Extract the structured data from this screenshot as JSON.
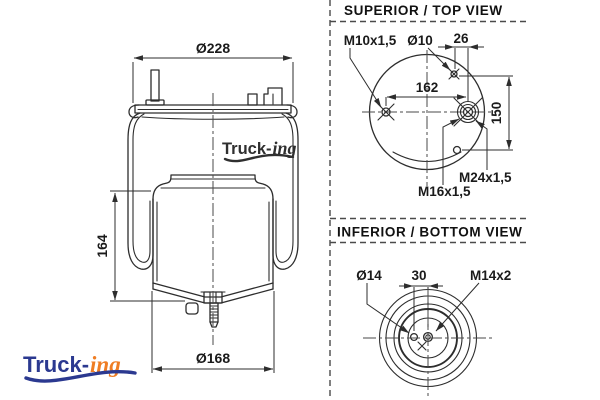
{
  "drawing": {
    "ink": "#2d2d2d",
    "background": "#ffffff"
  },
  "side_view": {
    "dim_top_diameter": "Ø228",
    "dim_height": "164",
    "dim_bottom_diameter": "Ø168",
    "watermark": {
      "word": "Truck-",
      "suffix": "ing"
    }
  },
  "brand_logo": {
    "word": "Truck-",
    "suffix": "ing",
    "blue": "#2b3990",
    "orange": "#ef7d23"
  },
  "top_view": {
    "header": "SUPERIOR / TOP VIEW",
    "label_m10": "M10x1,5",
    "label_d10": "Ø10",
    "dim_offset": "26",
    "dim_spacing": "162",
    "dim_vertical": "150",
    "label_m24": "M24x1,5",
    "label_m16": "M16x1,5"
  },
  "bottom_view": {
    "header": "INFERIOR / BOTTOM VIEW",
    "label_d14": "Ø14",
    "dim_spacing": "30",
    "label_m14": "M14x2"
  }
}
